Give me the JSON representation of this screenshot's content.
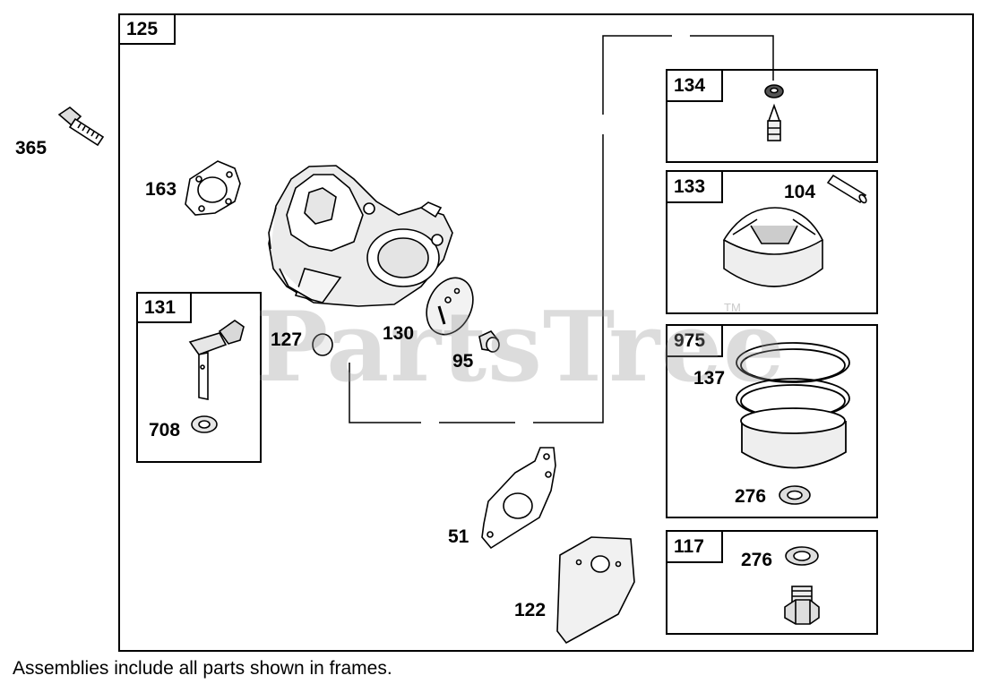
{
  "labels": {
    "p125": "125",
    "p131": "131",
    "p134": "134",
    "p133": "133",
    "p975": "975",
    "p117": "117",
    "p365": "365",
    "p163": "163",
    "p127": "127",
    "p130": "130",
    "p95": "95",
    "p708": "708",
    "p104": "104",
    "p137": "137",
    "p276a": "276",
    "p276b": "276",
    "p51": "51",
    "p122": "122"
  },
  "watermark": "PartsTree",
  "trademark": "TM",
  "footer": "Assemblies include all parts shown in frames."
}
